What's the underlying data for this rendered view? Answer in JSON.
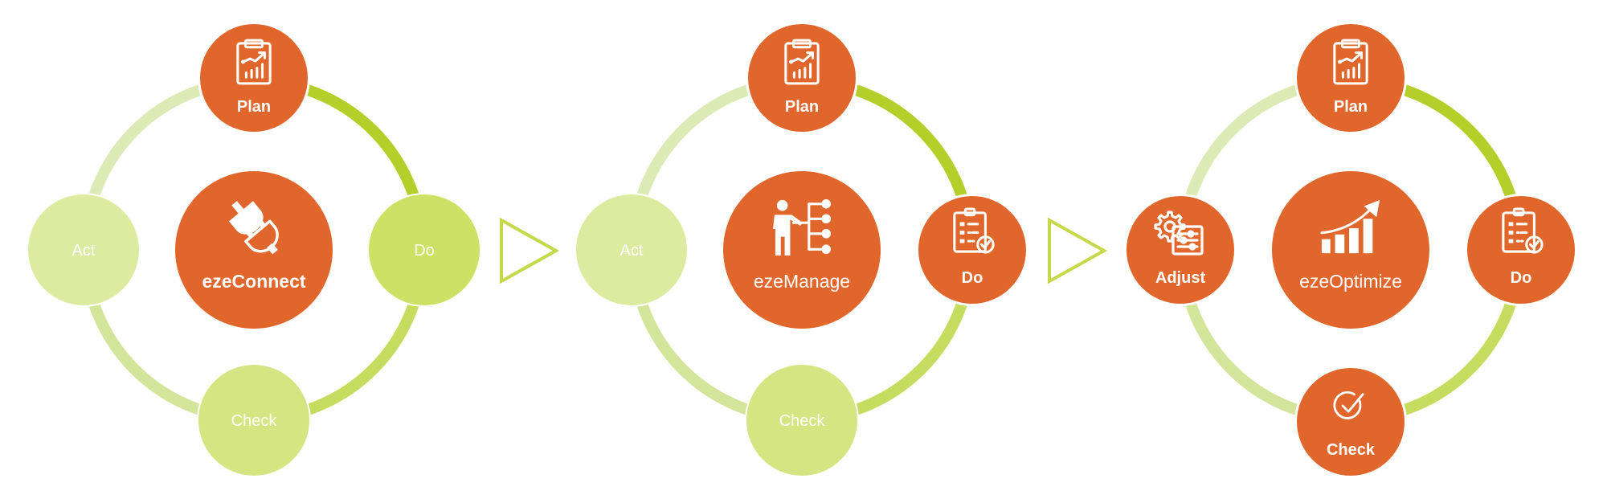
{
  "colors": {
    "orange": "#E0662B",
    "ring_dark": "#B5CF2A",
    "ring_mid": "#C6DC5E",
    "ring_light": "#DCEBB5",
    "node_green_dim": "#D4E788",
    "node_green_bright": "#CADF5C",
    "arrow": "#C5D84A",
    "text": "#FFFFFF"
  },
  "diagrams": [
    {
      "title": "ezeConnect",
      "center_icon": "plug-icon",
      "nodes": {
        "plan": {
          "label": "Plan",
          "icon": "clipboard-chart-icon",
          "active": true
        },
        "do": {
          "label": "Do",
          "icon": "",
          "active": false
        },
        "check": {
          "label": "Check",
          "icon": "",
          "active": false
        },
        "act": {
          "label": "Act",
          "icon": "",
          "active": false
        }
      }
    },
    {
      "title": "ezeManage",
      "center_icon": "presenter-hierarchy-icon",
      "nodes": {
        "plan": {
          "label": "Plan",
          "icon": "clipboard-chart-icon",
          "active": true
        },
        "do": {
          "label": "Do",
          "icon": "checklist-icon",
          "active": true
        },
        "check": {
          "label": "Check",
          "icon": "",
          "active": false
        },
        "act": {
          "label": "Act",
          "icon": "",
          "active": false
        }
      }
    },
    {
      "title": "ezeOptimize",
      "center_icon": "growth-chart-icon",
      "nodes": {
        "plan": {
          "label": "Plan",
          "icon": "clipboard-chart-icon",
          "active": true
        },
        "do": {
          "label": "Do",
          "icon": "checklist-icon",
          "active": true
        },
        "check": {
          "label": "Check",
          "icon": "check-circle-icon",
          "active": true
        },
        "act": {
          "label": "Adjust",
          "icon": "gear-sliders-icon",
          "active": true
        }
      }
    }
  ],
  "arrows": [
    {
      "icon": "triangle-arrow-icon"
    },
    {
      "icon": "triangle-arrow-icon"
    }
  ]
}
